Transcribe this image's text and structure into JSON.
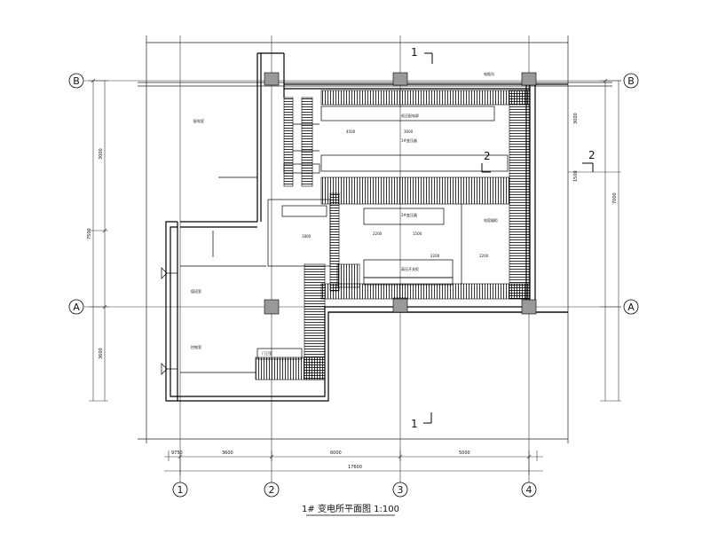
{
  "drawing": {
    "title": "1# 变电所平面图 1:100",
    "section_marks": [
      "1",
      "2",
      "1",
      "2"
    ],
    "row_axes": [
      "B",
      "A",
      "B",
      "A"
    ],
    "column_axes": [
      "1",
      "2",
      "3",
      "4"
    ],
    "bottom_dimensions": [
      "9750",
      "3600",
      "6000",
      "5000"
    ],
    "bottom_total": "17600",
    "left_dimensions": [
      "3000",
      "7500",
      "3600"
    ],
    "right_dimensions": [
      "3000",
      "1500",
      "7000"
    ],
    "plan_dimensions": [
      "4500",
      "3000",
      "2200",
      "1500",
      "2200",
      "1800",
      "2200"
    ],
    "room_labels": [
      "配电室",
      "1#变压器",
      "2#变压器",
      "值班室",
      "控制室",
      "电缆沟",
      "低压配电屏",
      "高压开关柜",
      "电容器柜",
      "门卫室"
    ]
  }
}
